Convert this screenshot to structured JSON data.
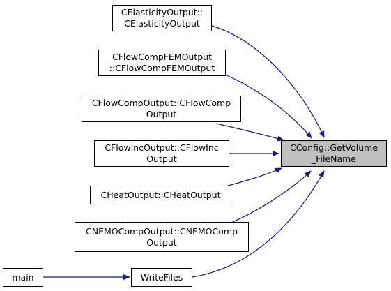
{
  "nodes": {
    "elasticity": {
      "line1": "CElasticityOutput::",
      "line2": "CElasticityOutput"
    },
    "flowcompfem": {
      "line1": "CFlowCompFEMOutput",
      "line2": "::CFlowCompFEMOutput"
    },
    "flowcomp": {
      "line1": "CFlowCompOutput::CFlowComp",
      "line2": "Output"
    },
    "flowinc": {
      "line1": "CFlowIncOutput::CFlowInc",
      "line2": "Output"
    },
    "heat": {
      "line1": "CHeatOutput::CHeatOutput"
    },
    "nemocomp": {
      "line1": "CNEMOCompOutput::CNEMOComp",
      "line2": "Output"
    },
    "main": {
      "line1": "main"
    },
    "writefiles": {
      "line1": "WriteFiles"
    },
    "target": {
      "line1": "CConfig::GetVolume",
      "line2": "_FileName"
    }
  },
  "edge_color": "#191970",
  "target_fill": "#bfbfbf"
}
